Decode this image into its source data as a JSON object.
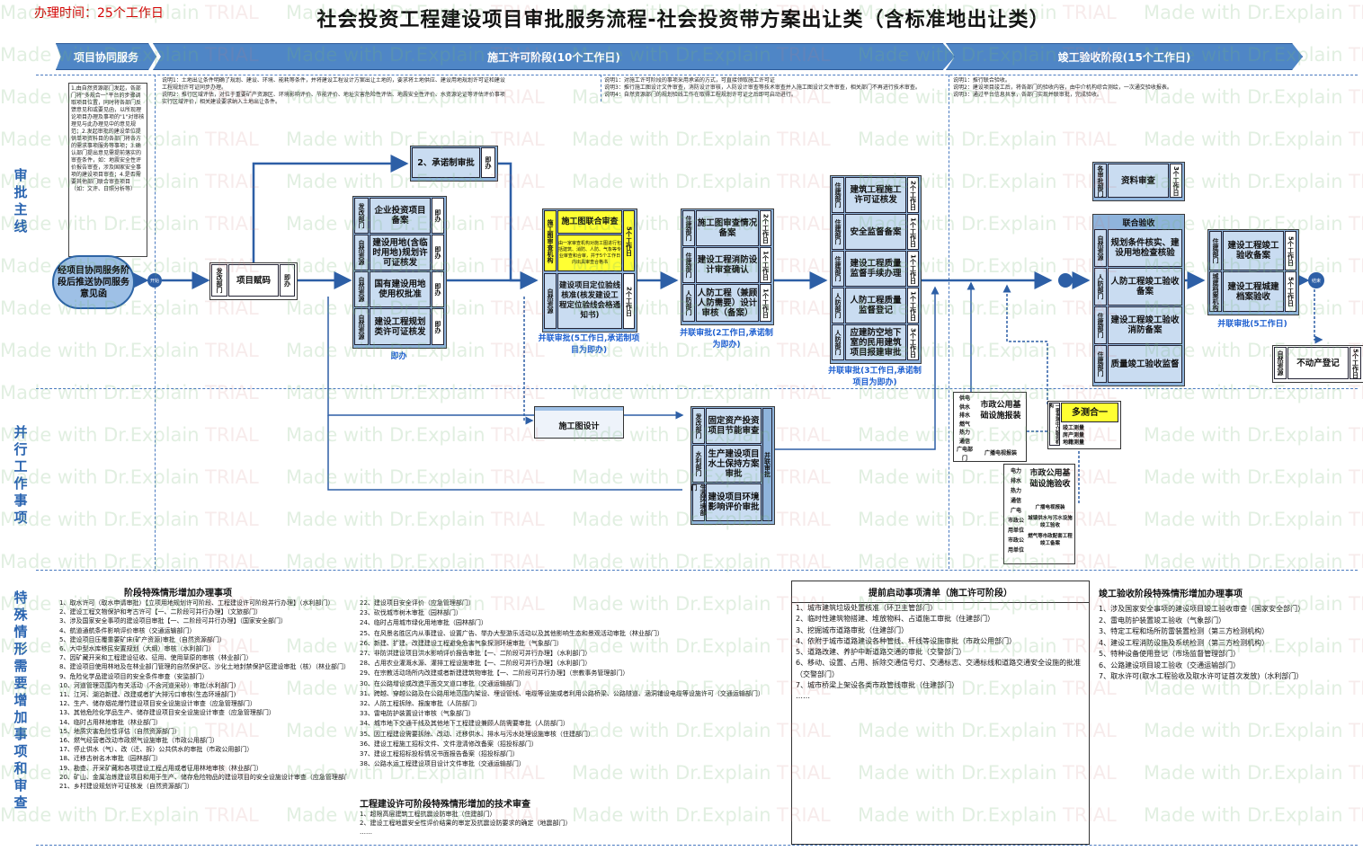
{
  "header": {
    "title": "社会投资工程建设项目审批服务流程-社会投资带方案出让类（含标准地出让类）",
    "days_label": "办理时间：25个工作日"
  },
  "phases": [
    {
      "label": "项目协同服务"
    },
    {
      "label": "施工许可阶段(10个工作日)"
    },
    {
      "label": "竣工验收阶段(15个工作日)"
    }
  ],
  "side_labels": {
    "main": "审批主线",
    "parallel": "并行工作事项",
    "special": "特殊情形需要增加事项和审查"
  },
  "notes": {
    "left": "1.由自然资源部门发起，各部门将\"多规合一\"平台的步骤调取项目位置，同时将各部门反馈意见和或要见函，以所现理论项目办理及事项的\"1\"对审核理见与此办理见中的意见规范；2.发起审批的建设单位提供单项资料目的各部门将各方的需求事项服务等事项；3.确认部门提出意见需提前落实的审查条件，如：地震安全性评价报告审查，涉及国家安全事项的建设项目审查；4.是否需要其他部门联合审查项目（如：文评、日照分析等）",
    "p2": "说明1：土地出让条件明确了规划、建设、环境、能耗等条件，并将建设工程设计方案出让土地的，要求将土地供应、建设用地规划许可证和建设工程规划许可证同步办理。\n说明2：推行区域评估，对位于重要矿产资源区、环境影响评价、节能评价、地址灾害危险性评估、地震安全性评价、水资源论证等评估评价事项实行区域评价，相关建设要求纳入土地出让条件。",
    "p3": "说明1：对施工许可阶段的事项采用承诺的方式，可直接领取施工许可证\n说明3：推行施工图设计文件审查，消防设计审核，人防设计审查等技术审查并入施工图设计文件审查，相关部门不再进行技术审查。\n说明4：自然资源部门的规划验线工作在取得工程规划许可证之后即可启动进行。",
    "p4": "说明1：推行联合验收。\n说明2：建设项目竣工后，将各部门的验收内容，由中介机构综合测绘，一次通交验收报表。\n说明3：通过平台信息共享，各部门实现并联审批，完成验收。"
  },
  "start": {
    "oval": "经项目协同服务阶段后推送协同服务意见函",
    "dot": "开始"
  },
  "steps": {
    "assign": {
      "dept": "发改部门",
      "name": "项目赋码",
      "tag": "即办"
    },
    "promise": {
      "name": "2、承诺制审批",
      "tag": "即办"
    },
    "grpA": {
      "items": [
        {
          "dept": "发改部门",
          "name": "企业投资项目备案",
          "tag": "即办"
        },
        {
          "dept": "自然资源",
          "name": "建设用地(含临时用地)规划许可证核发",
          "tag": "即办"
        },
        {
          "dept": "自然资源",
          "name": "国有建设用地使用权批准",
          "tag": "即办"
        },
        {
          "dept": "自然资源",
          "name": "建设工程规划类许可证核发",
          "tag": "即办"
        }
      ],
      "caption": "即办"
    },
    "grpB": {
      "top": {
        "dept": "施工图审查机构",
        "name": "施工图联合审查",
        "sub": "由一家审查机构对施工图进行包括建筑、消防、人防、气象等专业审查和合审，并于5个工作日内出具审查合格书",
        "tag": "5个工作日"
      },
      "bottom": {
        "dept": "自然资源",
        "name": "建设项目定位验线核准(核发建设工程定位验线会格通知书)",
        "tag": "2个工作日"
      },
      "caption": "并联审批(5工作日,承诺制项目为即办)"
    },
    "grpC": {
      "items": [
        {
          "dept": "住建部门",
          "name": "施工图审查情况备案",
          "tag": "2个工作日"
        },
        {
          "dept": "住建部门",
          "name": "建设工程消防设计审查确认",
          "tag": "1个工作日"
        },
        {
          "dept": "人防部门",
          "name": "人防工程（兼顾人防需要）设计审核（备案）",
          "tag": "1个工作日"
        }
      ],
      "caption": "并联审批(2工作日,承诺制为即办)"
    },
    "grpD": {
      "items": [
        {
          "dept": "住建部门",
          "name": "建筑工程施工许可证核发",
          "tag": "2个工作日"
        },
        {
          "dept": "住建部门",
          "name": "安全监督备案",
          "tag": "1个工作日"
        },
        {
          "dept": "住建部门",
          "name": "建设工程质量监督手续办理",
          "tag": "1个工作日"
        },
        {
          "dept": "人防部门",
          "name": "人防工程质量监督登记",
          "tag": "1个工作日"
        },
        {
          "dept": "人防部门",
          "name": "应建防空地下室的民用建筑项目报建审批",
          "tag": "3个工作日"
        }
      ],
      "caption": "并联审批(3工作日,承诺制项目为即办)"
    },
    "review": {
      "dept": "各审批部门",
      "name": "资料审查",
      "tag": "3个工作日"
    },
    "joint": {
      "title": "联合验收",
      "items": [
        {
          "dept": "自然资源",
          "name": "规划条件核实、建设用地检查核验"
        },
        {
          "dept": "人防部门",
          "name": "人防工程竣工验收备案"
        },
        {
          "dept": "住建部门",
          "name": "建设工程竣工验收消防备案"
        },
        {
          "dept": "住建部门",
          "name": "质量竣工验收监督"
        }
      ]
    },
    "archive": {
      "items": [
        {
          "dept": "住建部门",
          "name": "建设工程竣工验收备案",
          "tag": "5个工作日"
        },
        {
          "dept": "城建档案机构",
          "name": "建设工程城建档案验收",
          "tag": "5个工作日"
        }
      ],
      "caption": "并联审批(5工作日)"
    },
    "end": {
      "dot": "结束"
    },
    "property": {
      "dept": "自然资源",
      "name": "不动产登记",
      "tag": "5个工作日"
    }
  },
  "parallel": {
    "design": "施工图设计",
    "grpE": {
      "items": [
        {
          "dept": "发改部门",
          "name": "固定资产投资项目节能审查"
        },
        {
          "dept": "水利部门",
          "name": "生产建设项目水土保持方案审批"
        },
        {
          "dept": "生态环境部门",
          "name": "建设项目环境影响评价审批"
        }
      ],
      "tag": "并联审批"
    },
    "utility1": {
      "depts": [
        "供电",
        "供水",
        "排水",
        "燃气",
        "热力",
        "通信",
        "广电部门"
      ],
      "name": "市政公用基础设施报装",
      "foot": "广播电视报装"
    },
    "survey": {
      "dept": "一家多测中介服务机构",
      "name": "多测合一",
      "items": [
        "竣工测量",
        "房产测量",
        "地籍测量"
      ]
    },
    "utility2": {
      "depts": [
        "电力",
        "排水",
        "热力",
        "通信",
        "广电",
        "市政公用单位",
        "市政公用单位"
      ],
      "name": "市政公用基础设施验收",
      "rows": [
        "广播电视报装",
        "城镇供水与污水设施竣工验收",
        "燃气等市政配套工程竣工备案"
      ]
    }
  },
  "lists": {
    "stage": {
      "title": "阶段特殊情形增加办理事项",
      "col1": [
        "1、取水许可（取水申请审批）【立项用地规划许可阶段、工程建设许可阶段并行办理】（水利部门）",
        "2、建设工程文物保护和考古许可【一、二阶段可并行办理】（文旅部门）",
        "3、涉及国家安全事项的建设项目审批【一、二阶段可并行办理】（国家安全部门）",
        "4、航道通航条件影响评价审核（交通运输部门）",
        "5、建设项目压覆重要矿床(矿产资源)审批（自然资源部门）",
        "6、大中型水库移民安置规划（大纲）审核（水利部门）",
        "7、因矿藏开采和工程建设征收、征用、使用草原的审核（林业部门）",
        "8、建设项目使用林地及在林业部门管理的自然保护区、沙化土地封禁保护区建设审批（核）（林业部门）",
        "9、危险化学品建设项目的安全条件审查（安监部门）",
        "10、河道管理范围内有关活动（不含河道采砂）审批(水利部门)",
        "11、江河、湖泊新建、改建或者扩大排污口审核(生态环境部门)",
        "12、生产、储存烟花爆竹建设项目安全设施设计审查（应急管理部门）",
        "13、其他危险化学品生产、储存建设项目安全设施设计审查（应急管理部门）",
        "14、临时占用林地审批（林业部门）",
        "15、地质灾害危险性评估（自然资源部门）",
        "16、燃气经营者改动市政燃气设施审批（市政公用部门）",
        "17、停止供水（气）、改（迁、拆）公共供水的审批（市政公用部门）",
        "18、迁移古树名木审批（园林部门）",
        "19、勘查、开采矿藏和各项建设工程占用或者征用林地审核（林业部门）",
        "20、矿山、金属冶炼建设项目和用于生产、储存危险物品的建设项目的安全设施设计审查（应急管理部门）",
        "21、乡村建设规划许可证核发（自然资源部门）"
      ],
      "col2": [
        "22、建设项目安全评价（应急管理部门）",
        "23、砍伐城市树木审批（园林部门）",
        "24、临时占用城市绿化用地审批（园林部门）",
        "25、在风景名胜区内从事建设、设置广告、举办大型游乐活动以及其他影响生态和景观活动审批（林业部门）",
        "26、新建、扩建、改建建设工程避免危害气象探测环境审批（气象部门）",
        "27、非防洪建设项目洪水影响评价报告审批【一、二阶段可并行办理】（水利部门）",
        "28、占用农业灌溉水源、灌排工程设施审批【一、二阶段可并行办理】（水利部门）",
        "29、在宗教活动场所内改建或者新建建筑物审批【一、二阶段可并行办理】（宗教事务管理部门）",
        "30、在公路增设或改造平面交叉道口审批（交通运输部门）",
        "31、跨越、穿越公路及在公路用地范围内架设、埋设管线、电缆等设施或者利用公路桥梁、公路隧道、涵洞铺设电缆等设施许可（交通运输部门）",
        "32、人防工程拆除、报废审批（人防部门）",
        "33、雷电防护装置设计审核（气象部门）",
        "34、城市地下交通干线及其他地下工程建设兼顾人防需要审批（人防部门）",
        "35、因工程建设需要拆除、改动、迁移供水、排水与污水处理设施审核（住建部门）",
        "36、建设工程施工招标文件、文件澄清修改备案（招投标部门）",
        "37、建设工程招标投标情况书面报告备案（招投标部门）",
        "38、公路水运工程建设项目设计文件审批（交通运输部门）"
      ]
    },
    "tech": {
      "title": "工程建设许可阶段特殊情形增加的技术审查",
      "items": [
        "1、超限高层建筑工程抗震设防审批（住建部门）",
        "2、建设工程地震安全性评价结果的审定及抗震设防要求的确定（地震部门）",
        "……"
      ]
    },
    "early": {
      "title": "提前启动事项清单（施工许可阶段）",
      "items": [
        "1、城市建筑垃圾处置核准（环卫主管部门）",
        "2、临时性建筑物搭建、堆放物料、占道施工审批（住建部门）",
        "3、挖掘城市道路审批（住建部门）",
        "4、依附于城市道路建设各种管线、杆线等设施审批（市政公用部门）",
        "5、道路改建、养护中断道路交通的审批（交警部门）",
        "6、移动、设置、占用、拆除交通信号灯、交通标志、交通标线和道路交通安全设施的批准（交警部门）",
        "7、城市桥梁上架设各类市政管线审批（住建部门）",
        "……"
      ]
    },
    "finish": {
      "title": "竣工验收阶段特殊情形增加办理事项",
      "items": [
        "1、涉及国家安全事项的建设项目竣工验收审查（国家安全部门）",
        "2、雷电防护装置竣工验收（气象部门）",
        "3、特定工程和场所防雷装置检测（第三方检测机构）",
        "4、建设工程消防设施及系统检测（第三方检测机构）",
        "5、特种设备使用登记（市场监督管理部门）",
        "6、公路建设项目竣工验收（交通运输部门）",
        "7、取水许可(取水工程验收及取水许可证首次发放)（水利部门）"
      ]
    }
  },
  "watermark": {
    "made": "Made with Dr.Explain",
    "trial": "TRIAL"
  },
  "colors": {
    "band": "#4f86c6",
    "box": "#c9dcf1",
    "group": "#8fb4dc",
    "highlight": "#ffff33",
    "caption": "#1d5fd0",
    "arrow": "#2d5fa6"
  }
}
